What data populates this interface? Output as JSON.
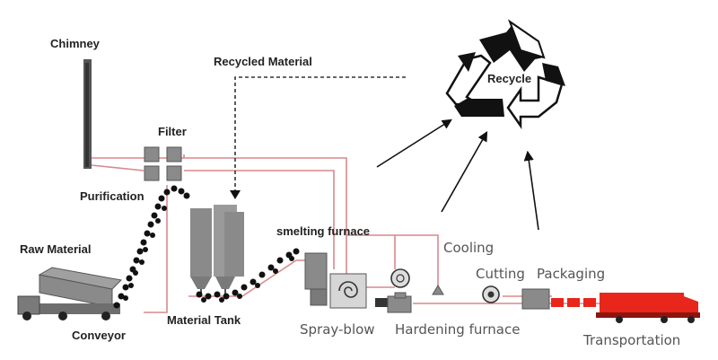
{
  "labels": {
    "chimney": "Chimney",
    "recycled_material": "Recycled Material",
    "filter": "Filter",
    "purification": "Purification",
    "raw_material": "Raw Material",
    "conveyor": "Conveyor",
    "material_tank": "Material Tank",
    "smelting_furnace": "smelting furnace",
    "cooling": "Cooling",
    "spray_blow": "Spray-blow",
    "hardening_furnace": "Hardening furnace",
    "cutting": "Cutting",
    "packaging": "Packaging",
    "transportation": "Transportation",
    "recycle": "Recycle"
  },
  "colors": {
    "pipe": "#d9898c",
    "equipment": "#8a8a8a",
    "dark": "#1a1a1a",
    "truck": "#e8261c",
    "text_dark": "#222222",
    "text_light": "#555555"
  }
}
